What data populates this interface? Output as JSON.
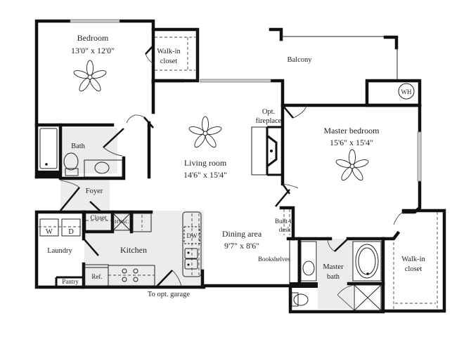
{
  "floor_plan": {
    "rooms": {
      "bedroom": {
        "name": "Bedroom",
        "size": "13'0\" x 12'0\""
      },
      "walkin_closet_1": {
        "name_line1": "Walk-in",
        "name_line2": "closet"
      },
      "balcony": {
        "name": "Balcony"
      },
      "water_heater": {
        "name": "WH"
      },
      "bath": {
        "name": "Bath"
      },
      "living_room": {
        "name": "Living room",
        "size": "14'6\" x 15'4\""
      },
      "fireplace": {
        "name_line1": "Opt.",
        "name_line2": "fireplace"
      },
      "master_bedroom": {
        "name": "Master bedroom",
        "size": "15'6\" x 15'4\""
      },
      "foyer": {
        "name": "Foyer"
      },
      "closet": {
        "name": "Closet"
      },
      "hvac": {
        "name": "HVAC"
      },
      "laundry": {
        "name": "Laundry",
        "washer": "W",
        "dryer": "D"
      },
      "kitchen": {
        "name": "Kitchen",
        "dishwasher": "DW",
        "refrigerator": "Ref."
      },
      "pantry": {
        "name": "Pantry"
      },
      "dining_area": {
        "name": "Dining area",
        "size": "9'7\" x 8'6\""
      },
      "builtin_desk": {
        "name_line1": "Built-in",
        "name_line2": "desk"
      },
      "bookshelves": {
        "name": "Bookshelves"
      },
      "master_bath": {
        "name_line1": "Master",
        "name_line2": "bath"
      },
      "walkin_closet_2": {
        "name_line1": "Walk-in",
        "name_line2": "closet"
      }
    },
    "exits": {
      "garage": "To opt. garage"
    }
  }
}
